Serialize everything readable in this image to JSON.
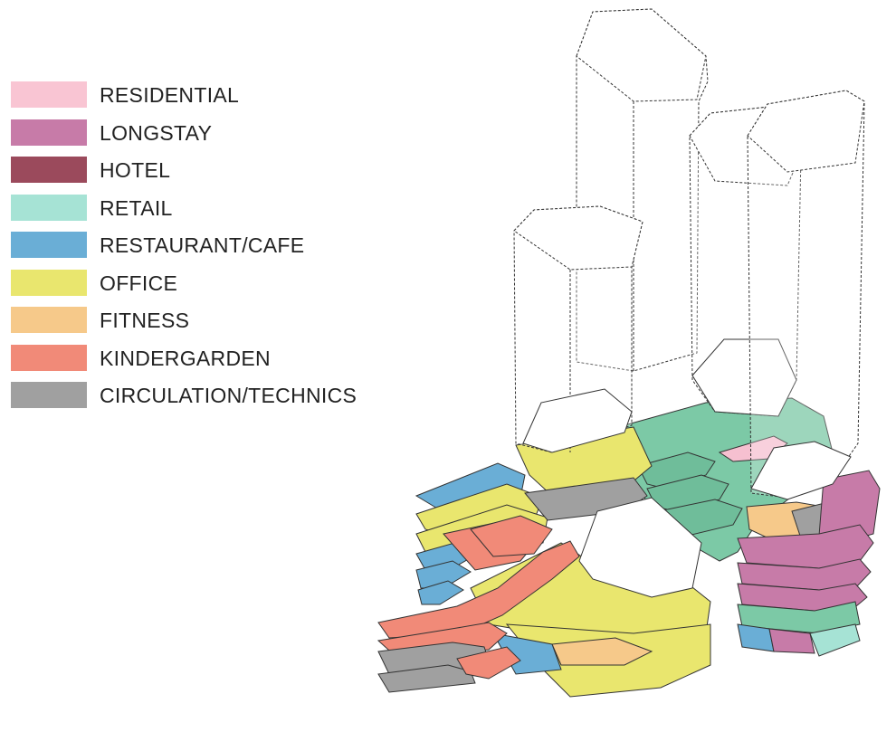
{
  "legend": {
    "items": [
      {
        "label": "RESIDENTIAL",
        "color": "#f9c5d3"
      },
      {
        "label": "LONGSTAY",
        "color": "#c77ba8"
      },
      {
        "label": "HOTEL",
        "color": "#9b4a5c"
      },
      {
        "label": "RETAIL",
        "color": "#a6e3d5"
      },
      {
        "label": "RESTAURANT/CAFE",
        "color": "#6aaed6"
      },
      {
        "label": "OFFICE",
        "color": "#e9e66e"
      },
      {
        "label": "FITNESS",
        "color": "#f6c98a"
      },
      {
        "label": "KINDERGARDEN",
        "color": "#f18a78"
      },
      {
        "label": "CIRCULATION/TECHNICS",
        "color": "#a0a0a0"
      }
    ]
  }
}
